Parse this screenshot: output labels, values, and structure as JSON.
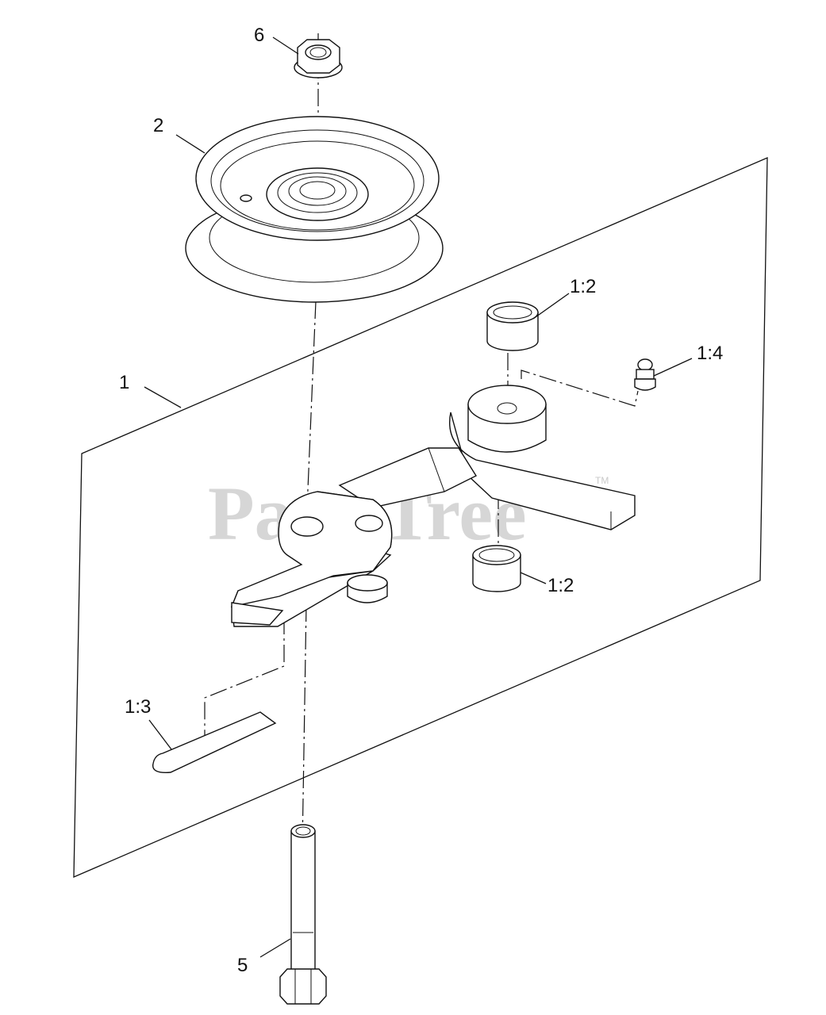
{
  "callouts": {
    "c1": "1",
    "c2": "2",
    "c5": "5",
    "c6": "6",
    "c12a": "1:2",
    "c12b": "1:2",
    "c13": "1:3",
    "c14": "1:4"
  },
  "watermark": {
    "text": "PartsTree",
    "tm": "TM"
  }
}
